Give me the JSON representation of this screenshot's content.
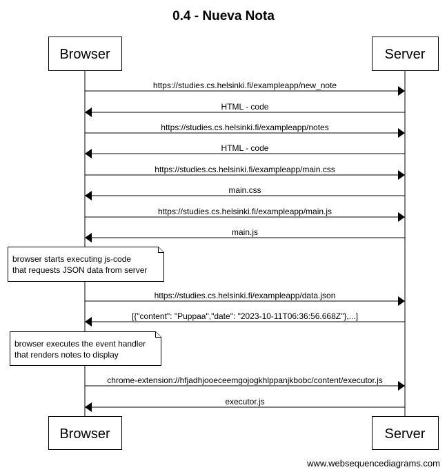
{
  "title": "0.4 - Nueva Nota",
  "participants": [
    "Browser",
    "Server"
  ],
  "events": [
    {
      "kind": "message",
      "from": "Browser",
      "to": "Server",
      "label": "https://studies.cs.helsinki.fi/exampleapp/new_note"
    },
    {
      "kind": "message",
      "from": "Server",
      "to": "Browser",
      "label": "HTML - code"
    },
    {
      "kind": "message",
      "from": "Browser",
      "to": "Server",
      "label": "https://studies.cs.helsinki.fi/exampleapp/notes"
    },
    {
      "kind": "message",
      "from": "Server",
      "to": "Browser",
      "label": "HTML - code"
    },
    {
      "kind": "message",
      "from": "Browser",
      "to": "Server",
      "label": "https://studies.cs.helsinki.fi/exampleapp/main.css"
    },
    {
      "kind": "message",
      "from": "Server",
      "to": "Browser",
      "label": "main.css"
    },
    {
      "kind": "message",
      "from": "Browser",
      "to": "Server",
      "label": "https://studies.cs.helsinki.fi/exampleapp/main.js"
    },
    {
      "kind": "message",
      "from": "Server",
      "to": "Browser",
      "label": "main.js"
    },
    {
      "kind": "note",
      "lines": [
        "browser starts executing js-code",
        "that requests JSON data from server"
      ]
    },
    {
      "kind": "message",
      "from": "Browser",
      "to": "Server",
      "label": "https://studies.cs.helsinki.fi/exampleapp/data.json"
    },
    {
      "kind": "message",
      "from": "Server",
      "to": "Browser",
      "label": "[{\"content\": \"Puppaa\",\"date\": \"2023-10-11T06:36:56.668Z\"},...]"
    },
    {
      "kind": "note",
      "lines": [
        "browser executes the event handler",
        "that renders notes to display"
      ]
    },
    {
      "kind": "message",
      "from": "Browser",
      "to": "Server",
      "label": "chrome-extension://hfjadhjooeceemgojogkhlppanjkbobc/content/executor.js"
    },
    {
      "kind": "message",
      "from": "Server",
      "to": "Browser",
      "label": "executor.js"
    }
  ],
  "credit": "www.websequencediagrams.com"
}
